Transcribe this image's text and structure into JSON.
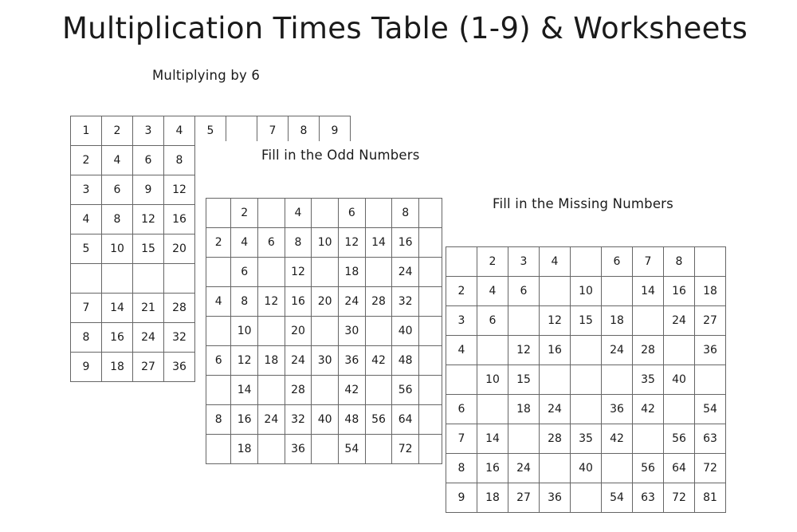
{
  "page": {
    "title": "Multiplication Times Table (1-9) & Worksheets"
  },
  "sheets": [
    {
      "title": "Multiplying by 6",
      "rows": [
        [
          "1",
          "2",
          "3",
          "4",
          "5",
          "",
          "7",
          "8",
          "9"
        ],
        [
          "2",
          "4",
          "6",
          "8",
          "",
          "",
          "",
          "",
          ""
        ],
        [
          "3",
          "6",
          "9",
          "12",
          "",
          "",
          "",
          "",
          ""
        ],
        [
          "4",
          "8",
          "12",
          "16",
          "",
          "",
          "",
          "",
          ""
        ],
        [
          "5",
          "10",
          "15",
          "20",
          "",
          "",
          "",
          "",
          ""
        ],
        [
          "",
          "",
          "",
          "",
          "",
          "",
          "",
          "",
          ""
        ],
        [
          "7",
          "14",
          "21",
          "28",
          "",
          "",
          "",
          "",
          ""
        ],
        [
          "8",
          "16",
          "24",
          "32",
          "",
          "",
          "",
          "",
          ""
        ],
        [
          "9",
          "18",
          "27",
          "36",
          "",
          "",
          "",
          "",
          ""
        ]
      ]
    },
    {
      "title": "Fill in the Odd Numbers",
      "rows": [
        [
          "",
          "2",
          "",
          "4",
          "",
          "6",
          "",
          "8",
          ""
        ],
        [
          "2",
          "4",
          "6",
          "8",
          "10",
          "12",
          "14",
          "16",
          ""
        ],
        [
          "",
          "6",
          "",
          "12",
          "",
          "18",
          "",
          "24",
          ""
        ],
        [
          "4",
          "8",
          "12",
          "16",
          "20",
          "24",
          "28",
          "32",
          ""
        ],
        [
          "",
          "10",
          "",
          "20",
          "",
          "30",
          "",
          "40",
          ""
        ],
        [
          "6",
          "12",
          "18",
          "24",
          "30",
          "36",
          "42",
          "48",
          ""
        ],
        [
          "",
          "14",
          "",
          "28",
          "",
          "42",
          "",
          "56",
          ""
        ],
        [
          "8",
          "16",
          "24",
          "32",
          "40",
          "48",
          "56",
          "64",
          ""
        ],
        [
          "",
          "18",
          "",
          "36",
          "",
          "54",
          "",
          "72",
          ""
        ]
      ]
    },
    {
      "title": "Fill in the Missing Numbers",
      "rows": [
        [
          "",
          "2",
          "3",
          "4",
          "",
          "6",
          "7",
          "8",
          ""
        ],
        [
          "2",
          "4",
          "6",
          "",
          "10",
          "",
          "14",
          "16",
          "18"
        ],
        [
          "3",
          "6",
          "",
          "12",
          "15",
          "18",
          "",
          "24",
          "27"
        ],
        [
          "4",
          "",
          "12",
          "16",
          "",
          "24",
          "28",
          "",
          "36"
        ],
        [
          "",
          "10",
          "15",
          "",
          "",
          "",
          "35",
          "40",
          ""
        ],
        [
          "6",
          "",
          "18",
          "24",
          "",
          "36",
          "42",
          "",
          "54"
        ],
        [
          "7",
          "14",
          "",
          "28",
          "35",
          "42",
          "",
          "56",
          "63"
        ],
        [
          "8",
          "16",
          "24",
          "",
          "40",
          "",
          "56",
          "64",
          "72"
        ],
        [
          "9",
          "18",
          "27",
          "36",
          "",
          "54",
          "63",
          "72",
          "81"
        ]
      ]
    }
  ]
}
